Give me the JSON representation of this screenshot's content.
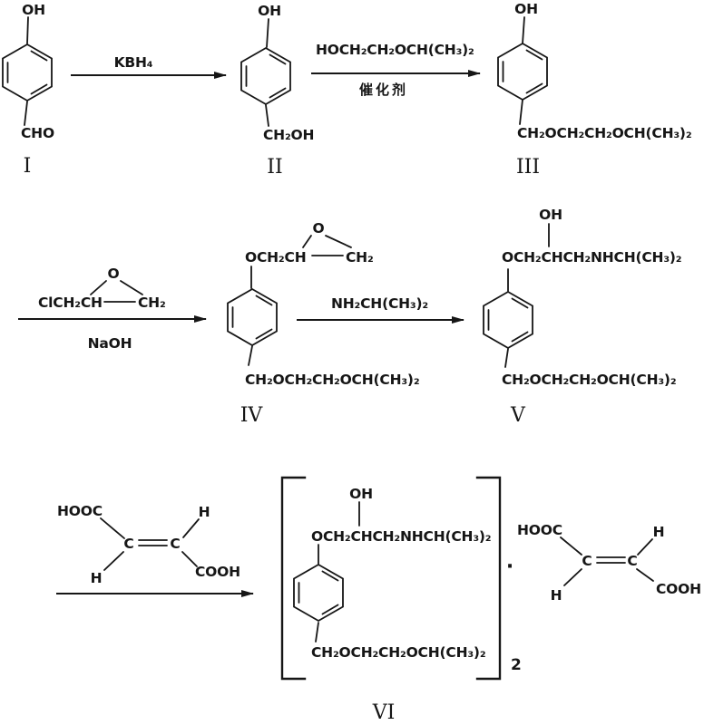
{
  "colors": {
    "ink": "#161616",
    "background": "#ffffff"
  },
  "structures": {
    "I": {
      "top": "OH",
      "bottom": "CHO",
      "label": "I"
    },
    "II": {
      "top": "OH",
      "bottom": "CH₂OH",
      "label": "II"
    },
    "III": {
      "top": "OH",
      "bottom": "CH₂OCH₂CH₂OCH(CH₃)₂",
      "label": "III"
    },
    "IV": {
      "epoxide_o": "O",
      "chain_left": "OCH₂CH",
      "chain_right": "CH₂",
      "bottom": "CH₂OCH₂CH₂OCH(CH₃)₂",
      "label": "IV"
    },
    "V": {
      "oh": "OH",
      "top_chain": "OCH₂CHCH₂NHCH(CH₃)₂",
      "bottom": "CH₂OCH₂CH₂OCH(CH₃)₂",
      "label": "V"
    },
    "VI": {
      "oh": "OH",
      "top_chain": "OCH₂CHCH₂NHCH(CH₃)₂",
      "bottom": "CH₂OCH₂CH₂OCH(CH₃)₂",
      "stoichiometry": "2",
      "salt_dot": "·",
      "label": "VI"
    }
  },
  "reagents": {
    "step1": {
      "above": "KBH₄"
    },
    "step2": {
      "above": "HOCH₂CH₂OCH(CH₃)₂",
      "below": "催化剂"
    },
    "step3": {
      "o": "O",
      "left": "ClCH₂CH",
      "right": "CH₂",
      "below": "NaOH"
    },
    "step4": {
      "above": "NH₂CH(CH₃)₂"
    }
  },
  "diacid": {
    "hooc": "HOOC",
    "h_top": "H",
    "c": "C",
    "h_bottom": "H",
    "cooh": "COOH"
  }
}
